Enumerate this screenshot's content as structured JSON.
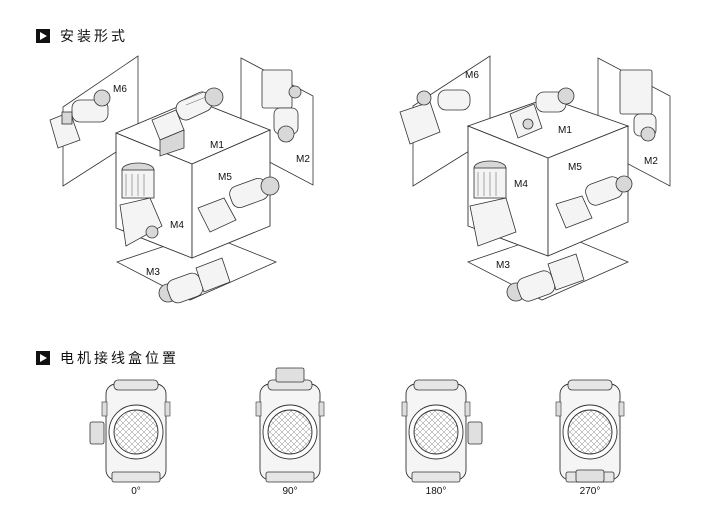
{
  "sections": {
    "mounting_title": "安装形式",
    "terminal_box_title": "电机接线盒位置"
  },
  "diagram_left": {
    "labels": {
      "m1": "M1",
      "m2": "M2",
      "m3": "M3",
      "m4": "M4",
      "m5": "M5",
      "m6": "M6"
    }
  },
  "diagram_right": {
    "labels": {
      "m1": "M1",
      "m2": "M2",
      "m3": "M3",
      "m4": "M4",
      "m5": "M5",
      "m6": "M6"
    }
  },
  "terminal_positions": [
    "0°",
    "90°",
    "180°",
    "270°"
  ],
  "icons": {
    "section_marker": "triangle-right-box-icon"
  }
}
